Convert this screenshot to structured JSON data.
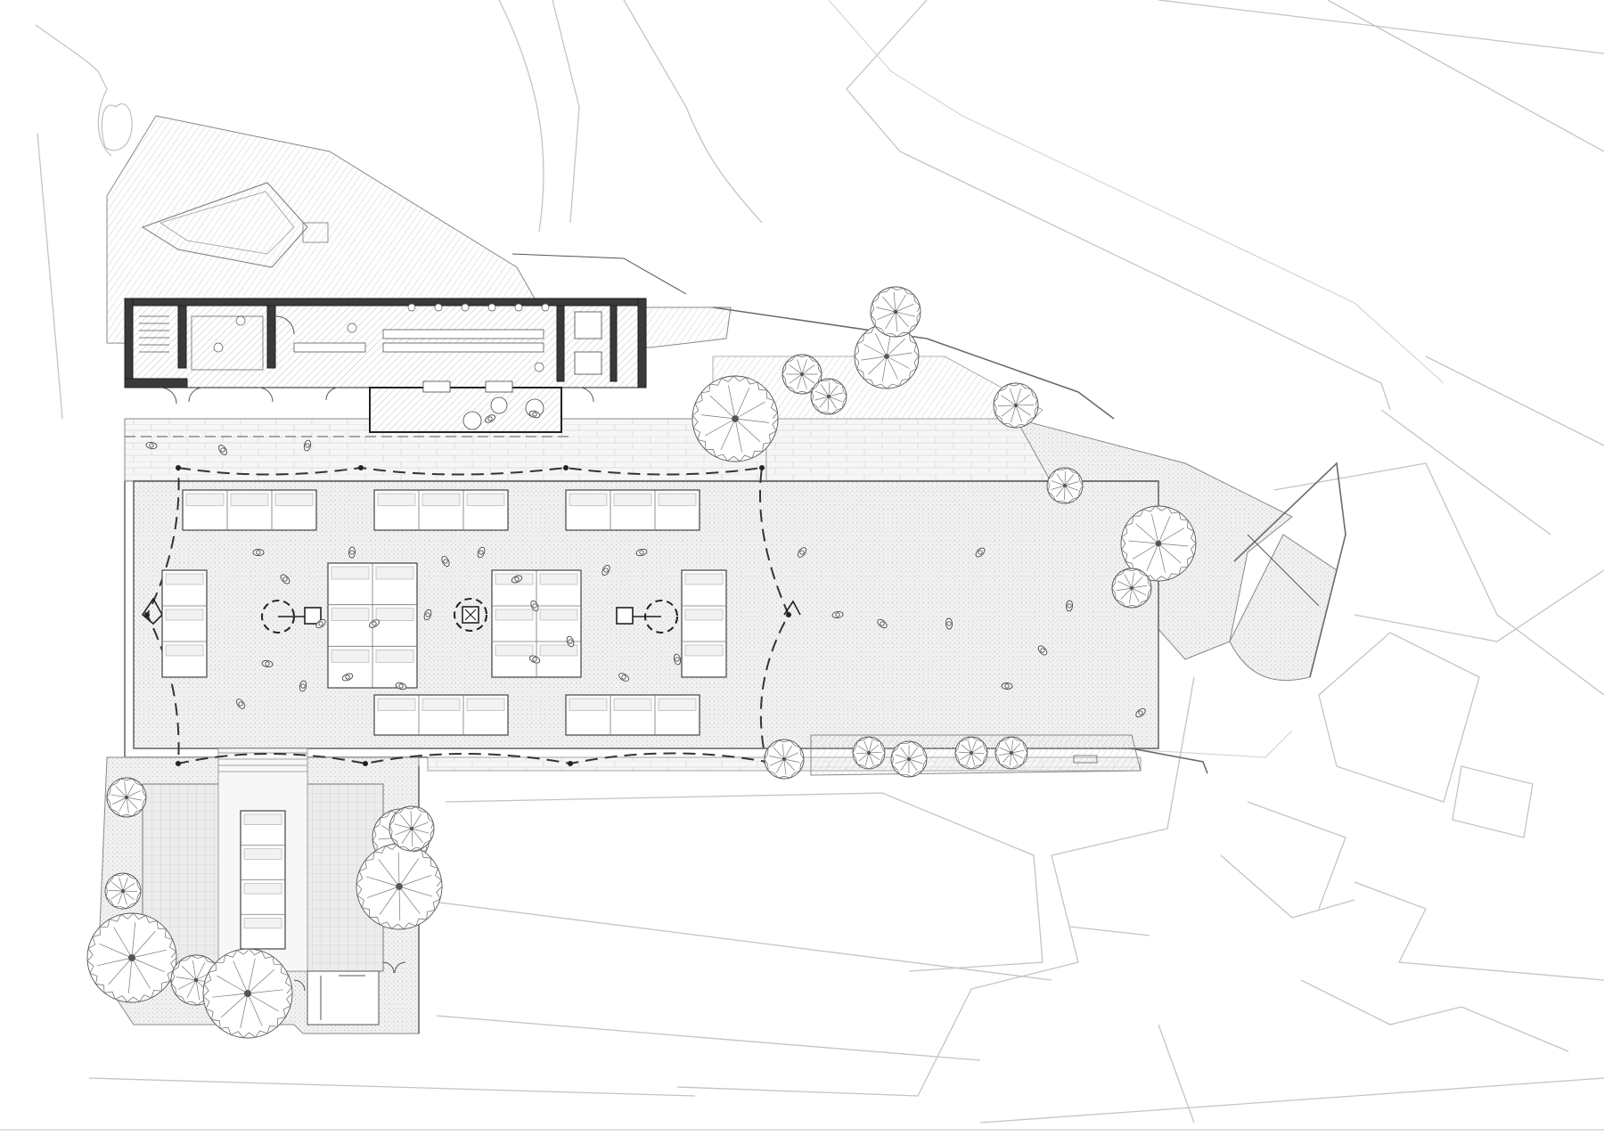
{
  "figure": {
    "kind": "architectural site plan",
    "background": "#ffffff",
    "colors": {
      "walls": "#3a3a3a",
      "context_lines": "#c4c4c4",
      "paving": "#e8e8e8",
      "hatch": "#cfcfcf"
    }
  },
  "market": {
    "stall_rows": [
      "top-left",
      "top-center",
      "top-right",
      "left-column",
      "center-left",
      "center-right",
      "right-column",
      "bottom-center",
      "bottom-right",
      "lower-court"
    ],
    "masts": [
      "mast-west",
      "mast-center",
      "mast-east"
    ]
  },
  "trees": [
    "tree-nw-cluster",
    "tree-ne-1",
    "tree-ne-2",
    "tree-ne-3",
    "tree-east-1",
    "tree-east-2",
    "tree-south-row",
    "tree-sw-1",
    "tree-sw-2",
    "tree-sw-3"
  ]
}
